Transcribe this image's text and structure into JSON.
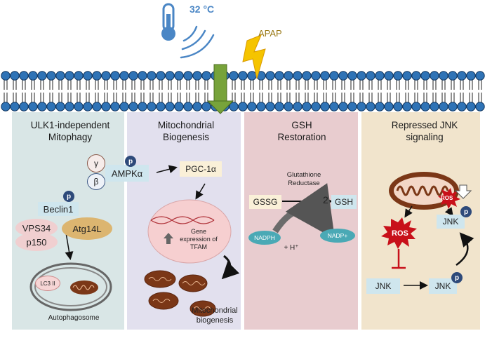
{
  "stimuli": {
    "temperature": "32 °C",
    "drug": "APAP"
  },
  "panels": [
    {
      "title": "ULK1-independent Mitophagy",
      "color": "#d9e6e6"
    },
    {
      "title": "Mitochondrial Biogenesis",
      "color": "#e2e0ee"
    },
    {
      "title": "GSH Restoration",
      "color": "#e8cccf"
    },
    {
      "title": "Repressed JNK signaling",
      "color": "#f1e4cc"
    }
  ],
  "mitophagy": {
    "gamma": "γ",
    "beta": "β",
    "ampk": "AMPKα",
    "phospho": "p",
    "beclin": "Beclin1",
    "vps34": "VPS34",
    "p150": "p150",
    "atg14l": "Atg14L",
    "lc3": "LC3 II",
    "autophagosome": "Autophagosome"
  },
  "biogenesis": {
    "pgc": "PGC-1α",
    "gene_expression": "Gene expression of TFAM",
    "label": "Mitochondrial biogenesis"
  },
  "gsh": {
    "enzyme": "Glutathione Reductase",
    "gssg": "GSSG",
    "two": "2",
    "gsh": "GSH",
    "nadph": "NADPH",
    "hplus": "+ H⁺",
    "nadp": "NADP+"
  },
  "jnk": {
    "ros_small": "ROS",
    "ros_large": "ROS",
    "jnk": "JNK",
    "phospho": "p"
  },
  "colors": {
    "membrane_head": "#2f73b6",
    "arrow_green": "#77a33a",
    "bolt": "#f5c400",
    "mito": "#7b3717",
    "ros": "#c8101a",
    "box_blue": "#cfe6ee"
  }
}
